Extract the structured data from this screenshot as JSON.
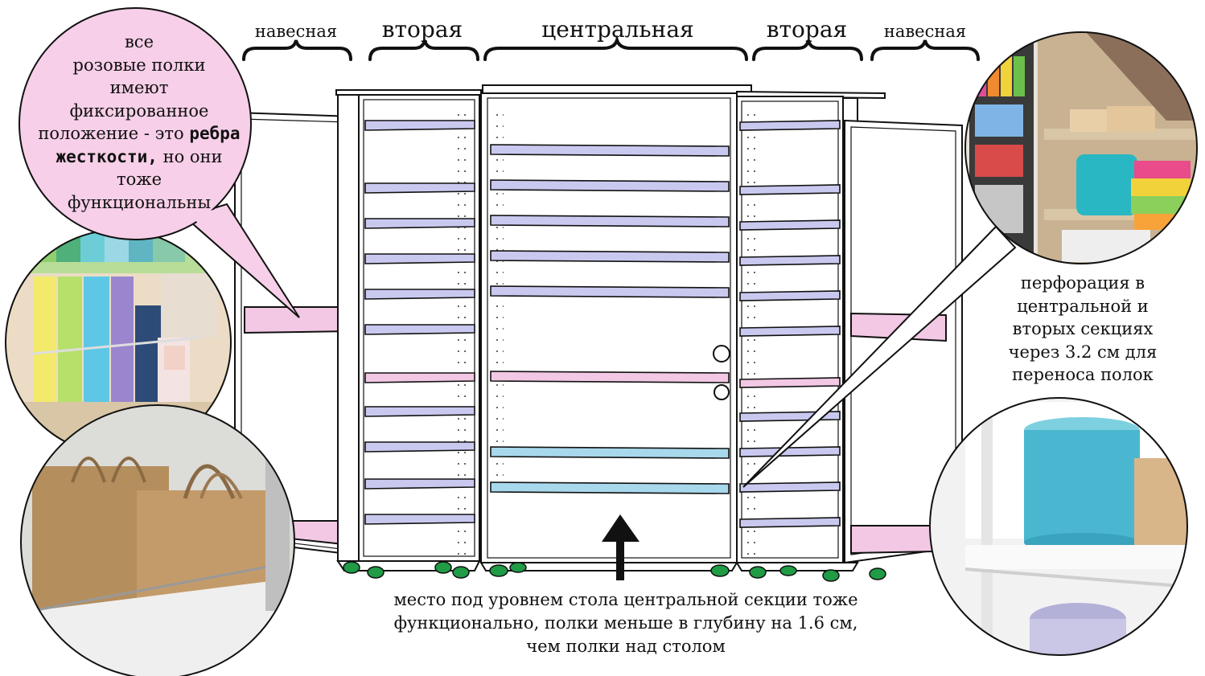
{
  "section_labels": {
    "left_hanging": "навесная",
    "left_second": "вторая",
    "central": "центральная",
    "right_second": "вторая",
    "right_hanging": "навесная"
  },
  "notes": {
    "bubble_line1": "все",
    "bubble_line2": "розовые полки",
    "bubble_line3": "имеют",
    "bubble_line4": "фиксированное",
    "bubble_line5": "положение - это",
    "bubble_bold1": "ребра",
    "bubble_bold2": "жесткости,",
    "bubble_line6_rest": "но они",
    "bubble_line7": "тоже",
    "bubble_line8": "функциональны",
    "perforation_line1": "перфорация в",
    "perforation_line2": "центральной и",
    "perforation_line3": "вторых секциях",
    "perforation_line4": "через 3.2 см для",
    "perforation_line5": "переноса полок",
    "bottom_line1": "место под уровнем стола центральной секции тоже",
    "bottom_line2": "функционально, полки меньше в глубину на 1.6 см,",
    "bottom_line3": "чем полки над столом"
  },
  "colors": {
    "shelf_lilac": "#c9c9f0",
    "shelf_pink": "#f2c8e4",
    "shelf_blue": "#a8d8ec",
    "bubble_fill": "#f7cfe8",
    "wheel_green": "#1f9c45",
    "photo_teal": "#2ab7c4",
    "photo_kraft": "#b58e5e"
  },
  "icons": {
    "arrow": "up-arrow-icon"
  }
}
